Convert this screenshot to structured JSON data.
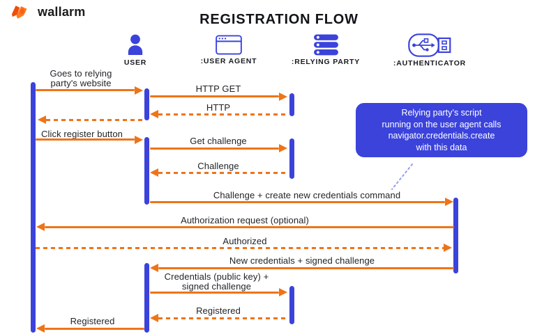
{
  "colors": {
    "orange": "#EE7418",
    "blue": "#3B43DB",
    "connector": "#8A94EC",
    "logo_orange_dark": "#EE4E0C",
    "logo_orange_light": "#FF7C1F"
  },
  "header": {
    "logo_text": "wallarm",
    "title": "REGISTRATION FLOW"
  },
  "actors": [
    {
      "label": "USER",
      "icon": "user-icon"
    },
    {
      "label": ":USER AGENT",
      "icon": "browser-icon"
    },
    {
      "label": ":RELYING PARTY",
      "icon": "server-icon"
    },
    {
      "label": ":AUTHENTICATOR",
      "icon": "usb-key-icon"
    }
  ],
  "callout": {
    "lines": [
      "Relying party’s script",
      "running on the user agent calls",
      "navigator.credentials.create",
      "with this data"
    ]
  },
  "messages": [
    {
      "label": "Goes to relying party's website",
      "from": "user",
      "to": "user-agent",
      "style": "solid"
    },
    {
      "label": "HTTP GET",
      "from": "user-agent",
      "to": "relying-party",
      "style": "solid"
    },
    {
      "label": "HTTP",
      "from": "relying-party",
      "to": "user-agent",
      "style": "dashed"
    },
    {
      "label": "",
      "from": "user-agent",
      "to": "user",
      "style": "dashed"
    },
    {
      "label": "Click register button",
      "from": "user",
      "to": "user-agent",
      "style": "solid"
    },
    {
      "label": "Get challenge",
      "from": "user-agent",
      "to": "relying-party",
      "style": "solid"
    },
    {
      "label": "Challenge",
      "from": "relying-party",
      "to": "user-agent",
      "style": "dashed"
    },
    {
      "label": "Challenge + create new credentials command",
      "from": "user-agent",
      "to": "authenticator",
      "style": "solid"
    },
    {
      "label": "Authorization request (optional)",
      "from": "authenticator",
      "to": "user",
      "style": "solid"
    },
    {
      "label": "Authorized",
      "from": "user",
      "to": "authenticator",
      "style": "dashed"
    },
    {
      "label": "New credentials + signed challenge",
      "from": "authenticator",
      "to": "user-agent",
      "style": "solid"
    },
    {
      "label": "Credentials (public key) + signed challenge",
      "from": "user-agent",
      "to": "relying-party",
      "style": "solid"
    },
    {
      "label": "Registered",
      "from": "relying-party",
      "to": "user-agent",
      "style": "dashed"
    },
    {
      "label": "Registered",
      "from": "user-agent",
      "to": "user",
      "style": "solid"
    }
  ]
}
